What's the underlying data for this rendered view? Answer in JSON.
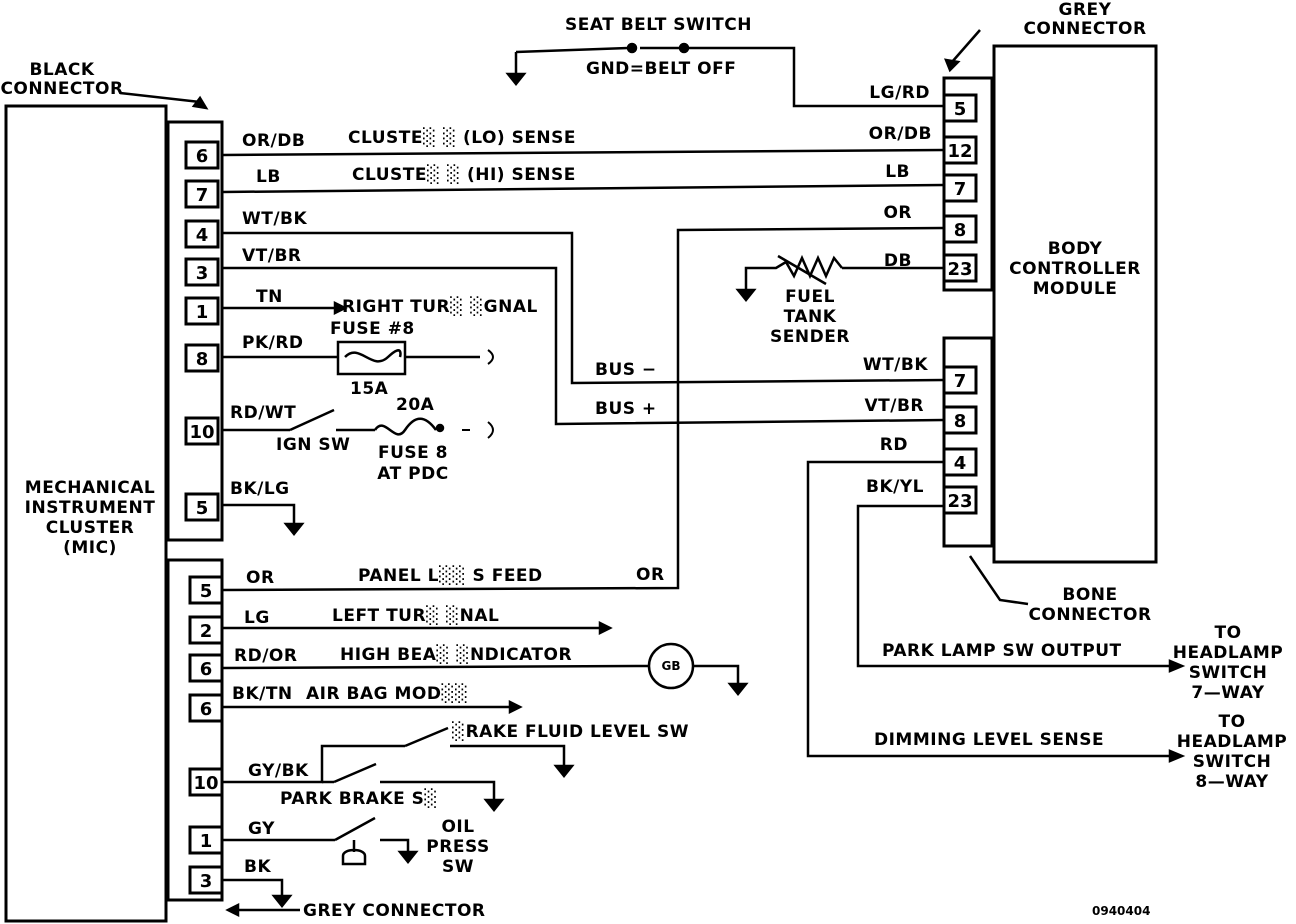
{
  "black_connector": "BLACK\nCONNECTOR",
  "mic_label": "MECHANICAL\nINSTRUMENT\nCLUSTER\n(MIC)",
  "bcm_label": "BODY\nCONTROLLER\nMODULE",
  "grey_connector_top": "GREY\nCONNECTOR",
  "bone_connector": "BONE\nCONNECTOR",
  "grey_connector_bottom": "GREY CONNECTOR",
  "seat_belt": {
    "title": "SEAT BELT SWITCH",
    "note": "GND=BELT OFF"
  },
  "mic_upper_pins": [
    "6",
    "7",
    "4",
    "3",
    "1",
    "8",
    "10",
    "5"
  ],
  "mic_lower_pins": [
    "5",
    "2",
    "6",
    "6",
    "10",
    "1",
    "3"
  ],
  "bcm_grey_pins": [
    "5",
    "12",
    "7",
    "8",
    "23"
  ],
  "bcm_bone_pins": [
    "7",
    "8",
    "4",
    "23"
  ],
  "wires": {
    "or_db": "OR/DB",
    "lb": "LB",
    "wt_bk": "WT/BK",
    "vt_br": "VT/BR",
    "tn": "TN",
    "pk_rd": "PK/RD",
    "rd_wt": "RD/WT",
    "bk_lg": "BK/LG",
    "or": "OR",
    "lg": "LG",
    "rd_or": "RD/OR",
    "bk_tn": "BK/TN",
    "gy_bk": "GY/BK",
    "gy": "GY",
    "bk": "BK",
    "lg_rd": "LG/RD",
    "db": "DB",
    "rd": "RD",
    "bk_yl": "BK/YL"
  },
  "circuits": {
    "cluster_lo": "CLUSTE░ ░ (LO) SENSE",
    "cluster_hi": "CLUSTE░ ░ (HI) SENSE",
    "right_turn": "RIGHT TUR░ ░GNAL",
    "fuse8": "FUSE #8",
    "amp15": "15A",
    "amp20": "20A",
    "ign_sw": "IGN SW",
    "fuse_pdc": "FUSE 8\nAT PDC",
    "bus_minus": "BUS −",
    "bus_plus": "BUS +",
    "fuel_sender": "FUEL\nTANK\nSENDER",
    "panel_lamps": "PANEL L░░ S FEED",
    "left_turn": "LEFT TUR░ ░NAL",
    "high_beam": "HIGH BEA░ ░NDICATOR",
    "air_bag": "AIR BAG MOD░░",
    "brake_fluid": "░RAKE FLUID LEVEL SW",
    "park_brake": "PARK BRAKE S░",
    "oil_press": "OIL\nPRESS\nSW",
    "park_lamp": "PARK LAMP SW OUTPUT",
    "dimming": "DIMMING LEVEL SENSE",
    "headlamp_7": "TO\nHEADLAMP\nSWITCH\n7—WAY",
    "headlamp_8": "TO\nHEADLAMP\nSWITCH\n8—WAY",
    "hb_bulb": "GB"
  },
  "figure_id": "0940404"
}
